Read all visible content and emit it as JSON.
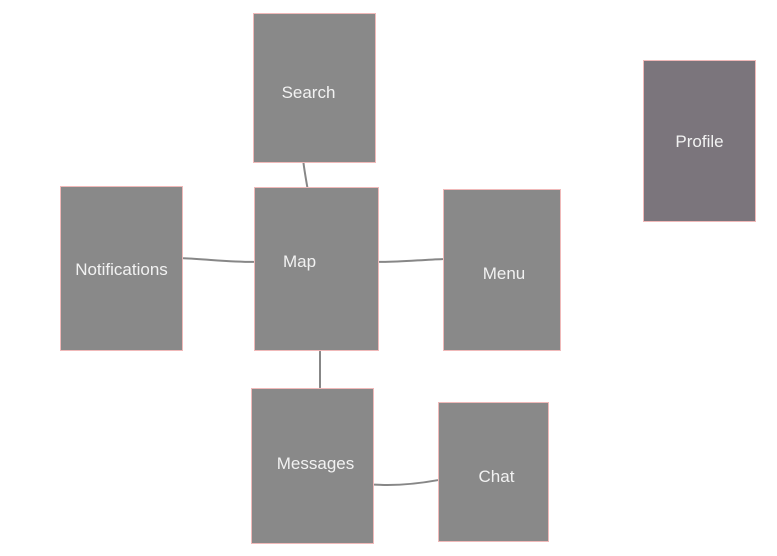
{
  "diagram": {
    "nodes": {
      "search": {
        "label": "Search"
      },
      "profile": {
        "label": "Profile"
      },
      "notifications": {
        "label": "Notifications"
      },
      "map": {
        "label": "Map"
      },
      "menu": {
        "label": "Menu"
      },
      "messages": {
        "label": "Messages"
      },
      "chat": {
        "label": "Chat"
      }
    },
    "edges": [
      {
        "from": "Search",
        "to": "Map"
      },
      {
        "from": "Notifications",
        "to": "Map"
      },
      {
        "from": "Map",
        "to": "Menu"
      },
      {
        "from": "Map",
        "to": "Messages"
      },
      {
        "from": "Messages",
        "to": "Chat"
      }
    ]
  },
  "colors": {
    "canvas_bg": "#ffffff",
    "node_fill": "#898989",
    "profile_node_fill": "#7b757c",
    "node_border": "#f0b9b9",
    "node_label": "#f2f2f2",
    "connector": "#878787"
  }
}
